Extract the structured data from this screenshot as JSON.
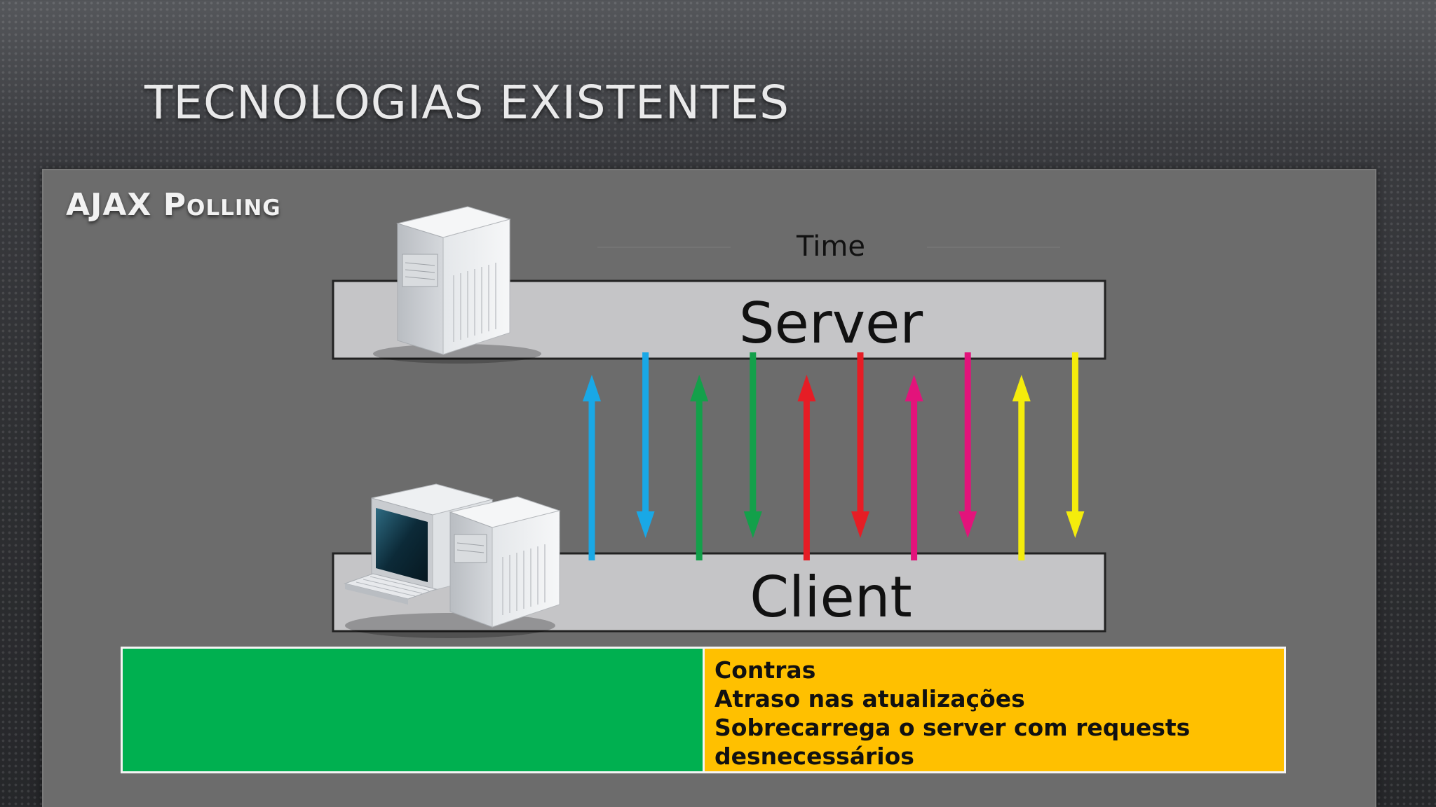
{
  "slide": {
    "title": "TECNOLOGIAS EXISTENTES",
    "subtitle": "AJAX Polling"
  },
  "diagram": {
    "time_label": "Time",
    "server_label": "Server",
    "client_label": "Client",
    "server_icon": "server-tower-icon",
    "client_icon": "desktop-computer-icon",
    "arrows": [
      {
        "direction": "up",
        "color": "#19a8e6"
      },
      {
        "direction": "down",
        "color": "#19a8e6"
      },
      {
        "direction": "up",
        "color": "#13a04a"
      },
      {
        "direction": "down",
        "color": "#13a04a"
      },
      {
        "direction": "up",
        "color": "#e61d25"
      },
      {
        "direction": "down",
        "color": "#e61d25"
      },
      {
        "direction": "up",
        "color": "#e3137b"
      },
      {
        "direction": "down",
        "color": "#e3137b"
      },
      {
        "direction": "up",
        "color": "#f4ec0c"
      },
      {
        "direction": "down",
        "color": "#f4ec0c"
      }
    ]
  },
  "table": {
    "pros_color": "#00b050",
    "cons_color": "#ffc000",
    "cons": {
      "heading": "Contras",
      "items": [
        "Atraso nas atualizações",
        "Sobrecarrega o server com requests",
        "desnecessários"
      ]
    }
  }
}
